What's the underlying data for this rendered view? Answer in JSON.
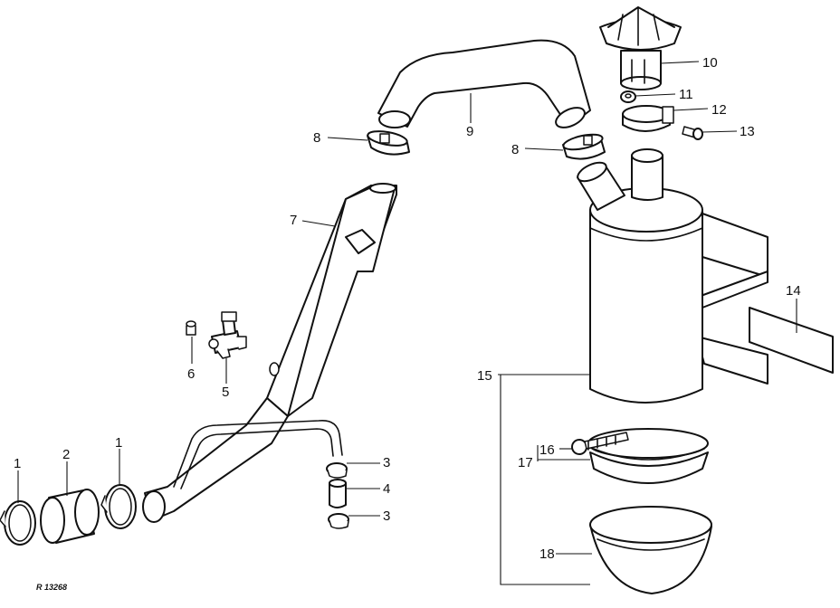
{
  "figure_id": "R 13268",
  "colors": {
    "ink": "#111111",
    "paper": "#ffffff"
  },
  "callouts": {
    "c1a": "1",
    "c1b": "1",
    "c2": "2",
    "c3a": "3",
    "c3b": "3",
    "c4": "4",
    "c5": "5",
    "c6": "6",
    "c7": "7",
    "c8a": "8",
    "c8b": "8",
    "c9": "9",
    "c10": "10",
    "c11": "11",
    "c12": "12",
    "c13": "13",
    "c14": "14",
    "c15": "15",
    "c16": "16",
    "c17": "17",
    "c18": "18"
  }
}
